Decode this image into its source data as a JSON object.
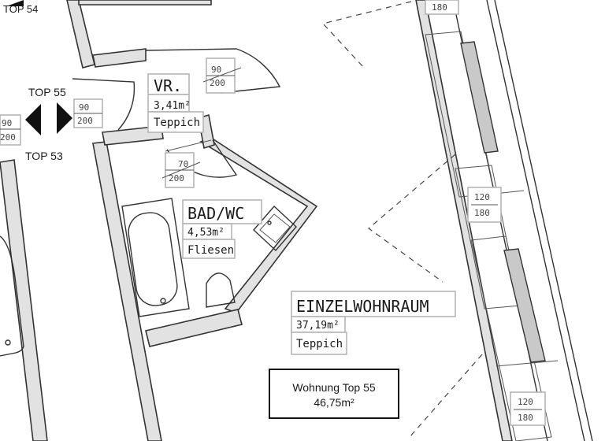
{
  "units": {
    "title": "Wohnung Top 55",
    "area": "46,75m²"
  },
  "neighbors": {
    "top54": "TOP 54",
    "top55": "TOP 55",
    "top53": "TOP 53"
  },
  "rooms": {
    "vr": {
      "name": "VR.",
      "area": "3,41m²",
      "floor": "Teppich"
    },
    "bad": {
      "name": "BAD/WC",
      "area": "4,53m²",
      "floor": "Fliesen"
    },
    "einzel": {
      "name": "EINZELWOHNRAUM",
      "area": "37,19m²",
      "floor": "Teppich"
    }
  },
  "doors": [
    {
      "id": "d1",
      "width": "90",
      "height": "200"
    },
    {
      "id": "d2",
      "width": "90",
      "height": "200"
    },
    {
      "id": "d3",
      "width": "90",
      "height": "200"
    },
    {
      "id": "d4",
      "width": "70",
      "height": "200"
    }
  ],
  "windows": [
    {
      "id": "w1",
      "width": "",
      "height": "180"
    },
    {
      "id": "w2",
      "width": "120",
      "height": "180"
    },
    {
      "id": "w3",
      "width": "120",
      "height": "180"
    }
  ]
}
